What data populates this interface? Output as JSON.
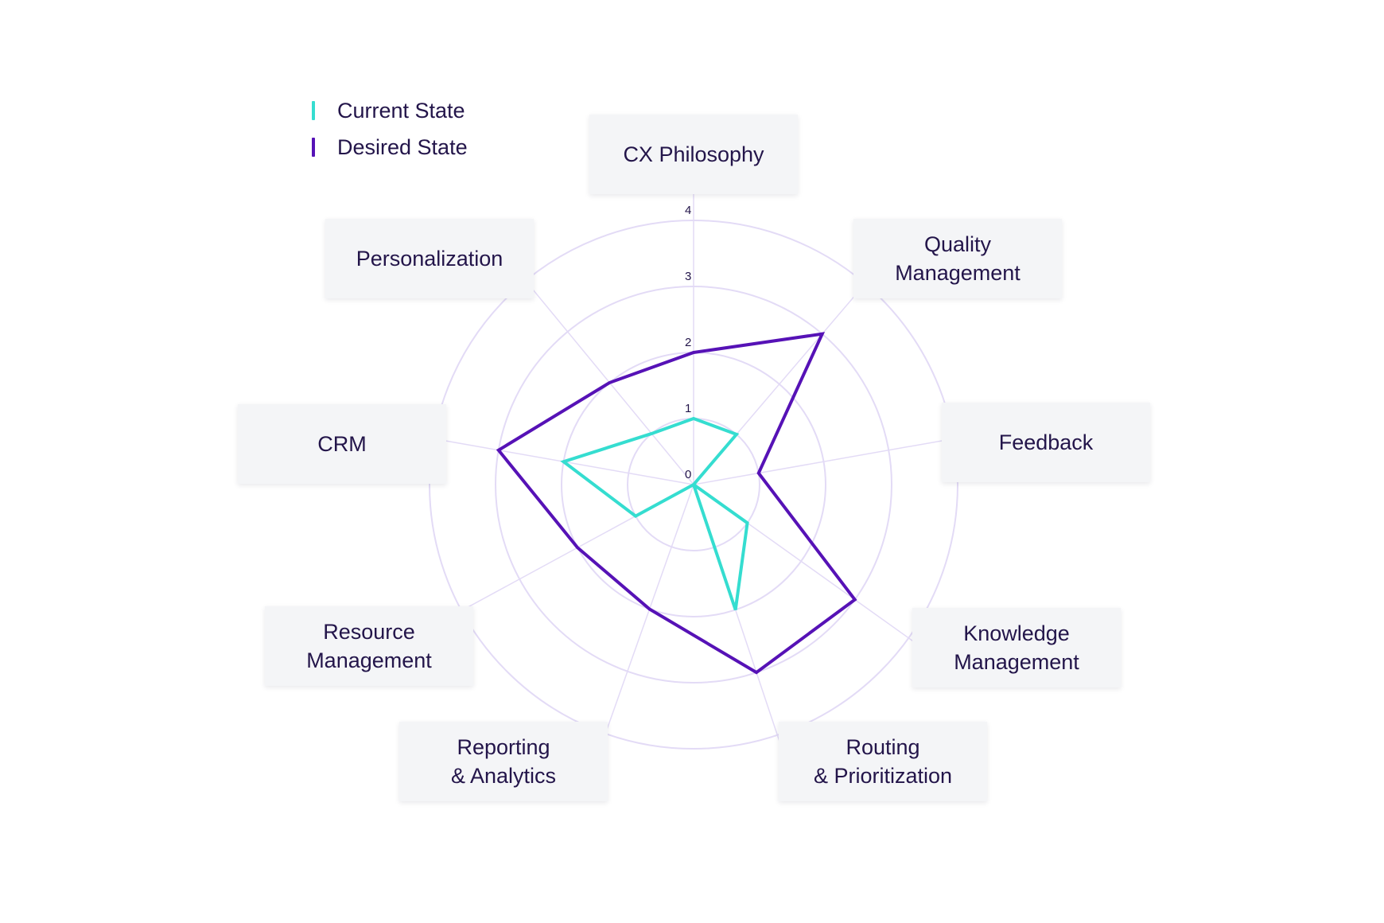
{
  "legend": {
    "current_label": "Current State",
    "desired_label": "Desired State"
  },
  "colors": {
    "current": "#35ddd0",
    "desired": "#5612b6",
    "grid": "#e3dbf6",
    "text": "#23154a",
    "box_bg": "#f4f5f7"
  },
  "chart_data": {
    "type": "radar",
    "categories": [
      "CX Philosophy",
      "Quality\nManagement",
      "Feedback",
      "Knowledge\nManagement",
      "Routing\n& Prioritization",
      "Reporting\n& Analytics",
      "Resource\nManagement",
      "CRM",
      "Personalization"
    ],
    "series": [
      {
        "name": "Current State",
        "values": [
          1,
          1,
          0,
          1,
          2,
          0,
          1,
          2,
          1
        ]
      },
      {
        "name": "Desired State",
        "values": [
          2,
          3,
          1,
          3,
          3,
          2,
          2,
          3,
          2
        ]
      }
    ],
    "rlim": [
      0,
      4
    ],
    "ticks": [
      "0",
      "1",
      "2",
      "3",
      "4"
    ],
    "grid": true,
    "legend_position": "top-left"
  }
}
